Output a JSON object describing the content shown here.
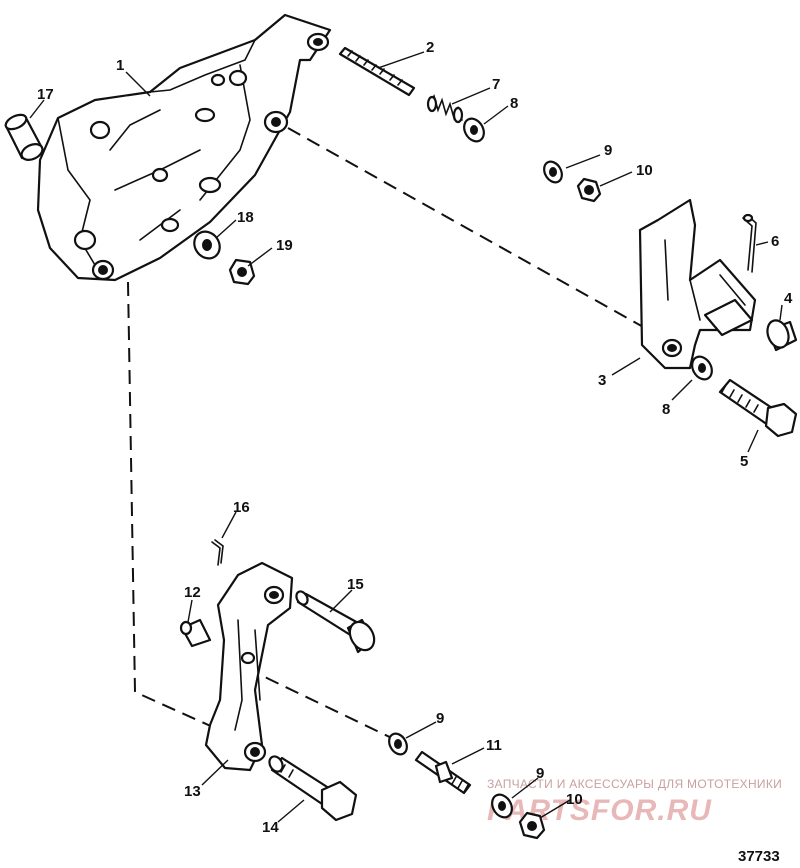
{
  "figure_number": "37733",
  "callouts": [
    {
      "id": "c1",
      "label": "1"
    },
    {
      "id": "c2",
      "label": "2"
    },
    {
      "id": "c3",
      "label": "3"
    },
    {
      "id": "c4",
      "label": "4"
    },
    {
      "id": "c5",
      "label": "5"
    },
    {
      "id": "c6",
      "label": "6"
    },
    {
      "id": "c7",
      "label": "7"
    },
    {
      "id": "c8a",
      "label": "8"
    },
    {
      "id": "c8b",
      "label": "8"
    },
    {
      "id": "c9a",
      "label": "9"
    },
    {
      "id": "c9b",
      "label": "9"
    },
    {
      "id": "c9c",
      "label": "9"
    },
    {
      "id": "c10a",
      "label": "10"
    },
    {
      "id": "c10b",
      "label": "10"
    },
    {
      "id": "c11",
      "label": "11"
    },
    {
      "id": "c12",
      "label": "12"
    },
    {
      "id": "c13",
      "label": "13"
    },
    {
      "id": "c14",
      "label": "14"
    },
    {
      "id": "c15",
      "label": "15"
    },
    {
      "id": "c16",
      "label": "16"
    },
    {
      "id": "c17",
      "label": "17"
    },
    {
      "id": "c18",
      "label": "18"
    },
    {
      "id": "c19",
      "label": "19"
    }
  ],
  "watermark": {
    "tagline": "ЗАПЧАСТИ И АКСЕССУАРЫ ДЛЯ МОТОТЕХНИКИ",
    "logo": "PARTSFOR.RU",
    "color": "#e8b8b8"
  }
}
